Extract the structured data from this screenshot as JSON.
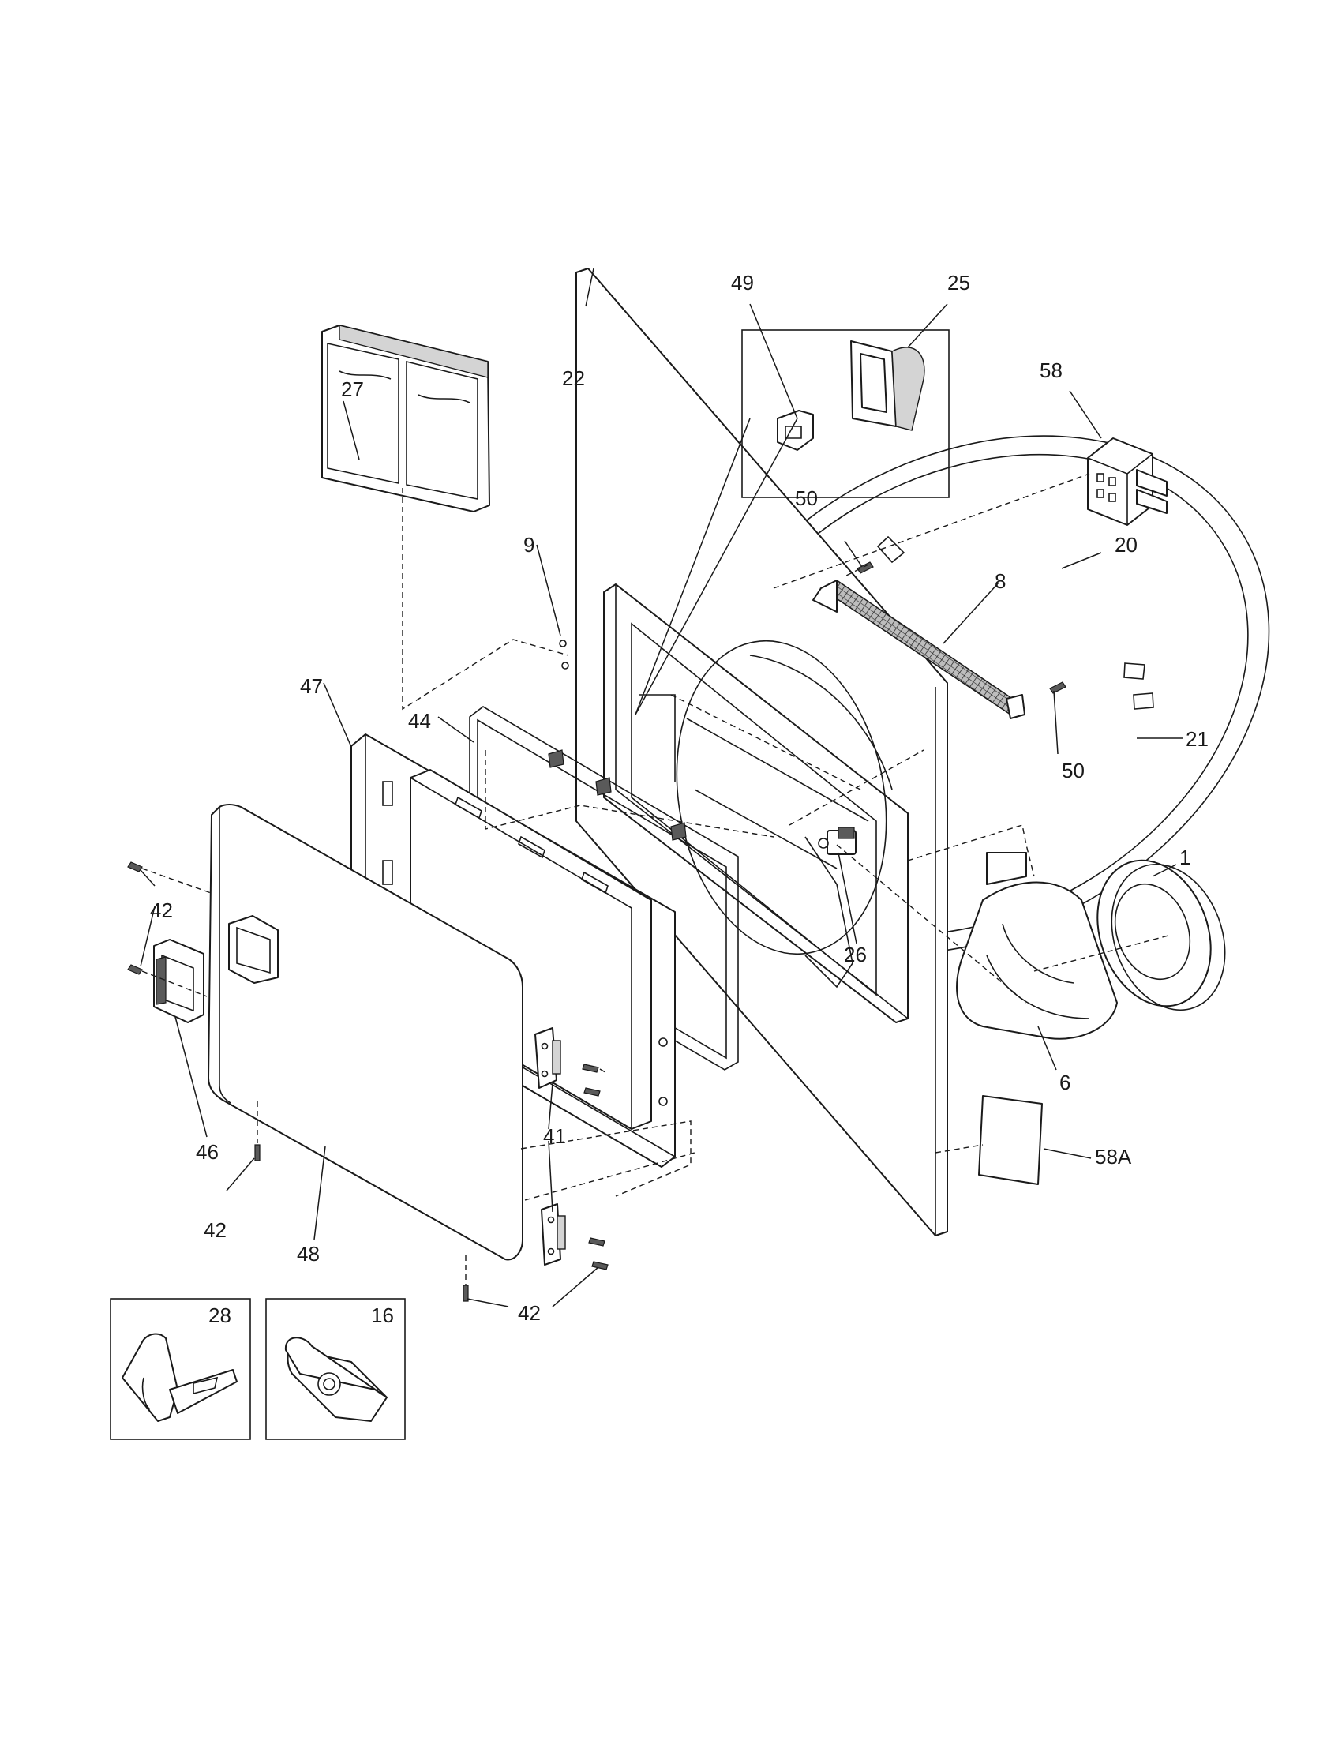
{
  "labels": {
    "p1": "1",
    "p6": "6",
    "p8": "8",
    "p9": "9",
    "p16": "16",
    "p20": "20",
    "p21": "21",
    "p22": "22",
    "p25": "25",
    "p26": "26",
    "p27": "27",
    "p28": "28",
    "p41": "41",
    "p42a": "42",
    "p42b": "42",
    "p42c": "42",
    "p44": "44",
    "p46": "46",
    "p47": "47",
    "p48": "48",
    "p49": "49",
    "p50a": "50",
    "p50b": "50",
    "p58": "58",
    "p58a": "58A"
  }
}
